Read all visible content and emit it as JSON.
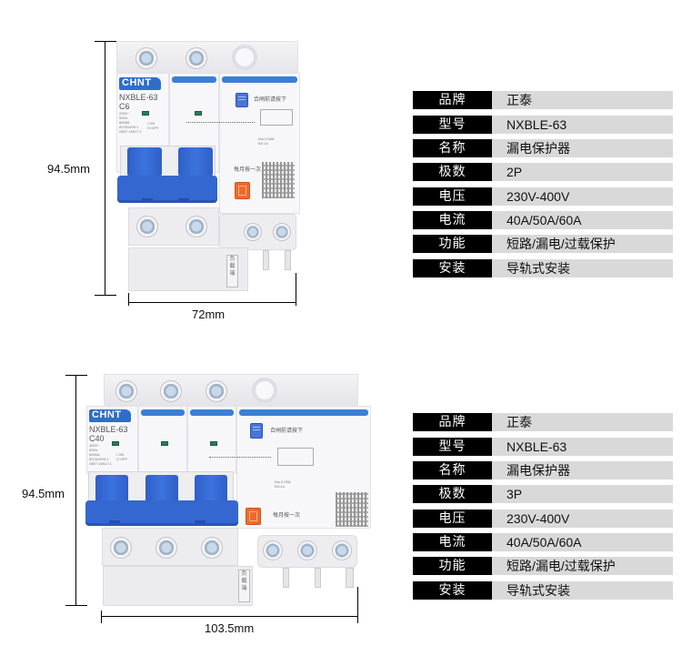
{
  "products": [
    {
      "id": "2p",
      "height_label": "94.5mm",
      "width_label": "72mm",
      "device": {
        "brand": "CHNT",
        "model": "NXBLE-63",
        "rating": "C6",
        "small_print": "230V~\n50Hz\n6000A\nIEC61009-1\nGB/T 16917.1",
        "on_off": "I ON\nO OFF",
        "test_hint": "合闸前请按下",
        "monthly_hint": "每月按一次",
        "residual_spec": "IΔn 0.03A\nt≤0.1s",
        "load_side": "负载端",
        "poles": 2
      },
      "specs": [
        {
          "key": "品牌",
          "value": "正泰"
        },
        {
          "key": "型号",
          "value": "NXBLE-63"
        },
        {
          "key": "名称",
          "value": "漏电保护器"
        },
        {
          "key": "极数",
          "value": "2P"
        },
        {
          "key": "电压",
          "value": "230V-400V"
        },
        {
          "key": "电流",
          "value": "40A/50A/60A"
        },
        {
          "key": "功能",
          "value": "短路/漏电/过载保护"
        },
        {
          "key": "安装",
          "value": "导轨式安装"
        }
      ]
    },
    {
      "id": "3p",
      "height_label": "94.5mm",
      "width_label": "103.5mm",
      "device": {
        "brand": "CHNT",
        "model": "NXBLE-63",
        "rating": "C40",
        "small_print": "400V~\n50Hz\n6000A\nIEC61009-1\nGB/T 16917.1",
        "on_off": "I ON\nO OFF",
        "test_hint": "合闸前请按下",
        "monthly_hint": "每月按一次",
        "residual_spec": "IΔn 0.03A\nt≤0.1s",
        "load_side": "负载端",
        "poles": 3
      },
      "specs": [
        {
          "key": "品牌",
          "value": "正泰"
        },
        {
          "key": "型号",
          "value": "NXBLE-63"
        },
        {
          "key": "名称",
          "value": "漏电保护器"
        },
        {
          "key": "极数",
          "value": "3P"
        },
        {
          "key": "电压",
          "value": "230V-400V"
        },
        {
          "key": "电流",
          "value": "40A/50A/60A"
        },
        {
          "key": "功能",
          "value": "短路/漏电/过载保护"
        },
        {
          "key": "安装",
          "value": "导轨式安装"
        }
      ]
    }
  ]
}
